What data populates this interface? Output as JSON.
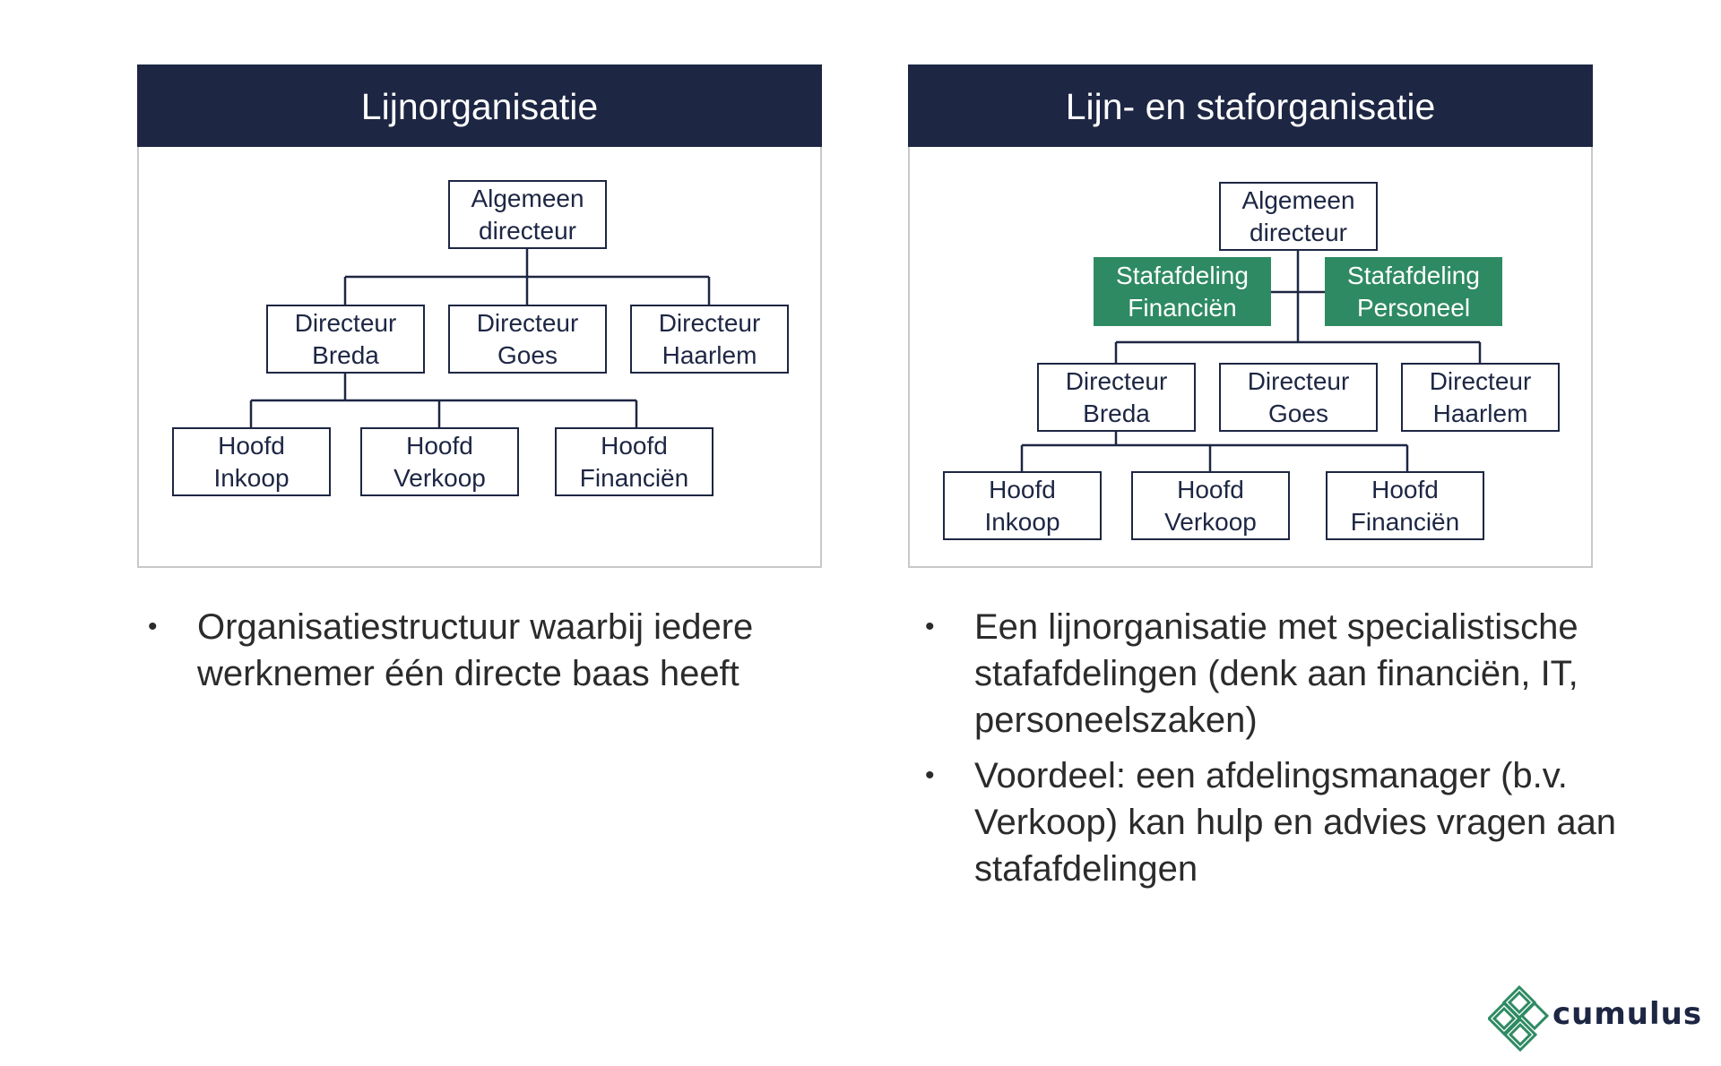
{
  "colors": {
    "header_bg": "#1d2643",
    "node_border": "#1d2643",
    "staff_bg": "#2e8a62",
    "bullet_text": "#2b2b2b"
  },
  "left_panel": {
    "title": "Lijnorganisatie",
    "nodes": {
      "ceo": [
        "Algemeen",
        "directeur"
      ],
      "dir_breda": [
        "Directeur",
        "Breda"
      ],
      "dir_goes": [
        "Directeur",
        "Goes"
      ],
      "dir_haarlem": [
        "Directeur",
        "Haarlem"
      ],
      "head_inkoop": [
        "Hoofd",
        "Inkoop"
      ],
      "head_verkoop": [
        "Hoofd",
        "Verkoop"
      ],
      "head_financien": [
        "Hoofd",
        "Financiën"
      ]
    },
    "bullets": [
      "Organisatiestructuur waarbij iedere werknemer één directe baas heeft"
    ]
  },
  "right_panel": {
    "title": "Lijn- en staforganisatie",
    "nodes": {
      "ceo": [
        "Algemeen",
        "directeur"
      ],
      "staff_financien": [
        "Stafafdeling",
        "Financiën"
      ],
      "staff_personeel": [
        "Stafafdeling",
        "Personeel"
      ],
      "dir_breda": [
        "Directeur",
        "Breda"
      ],
      "dir_goes": [
        "Directeur",
        "Goes"
      ],
      "dir_haarlem": [
        "Directeur",
        "Haarlem"
      ],
      "head_inkoop": [
        "Hoofd",
        "Inkoop"
      ],
      "head_verkoop": [
        "Hoofd",
        "Verkoop"
      ],
      "head_financien": [
        "Hoofd",
        "Financiën"
      ]
    },
    "bullets": [
      "Een lijnorganisatie met specialistische stafafdelingen (denk aan financiën, IT, personeelszaken)",
      "Voordeel: een afdelingsmanager (b.v. Verkoop) kan hulp en advies vragen aan stafafdelingen"
    ]
  },
  "bullet_symbol": "•",
  "logo": {
    "text": "cumulus",
    "icon": "cumulus-logo-icon"
  }
}
